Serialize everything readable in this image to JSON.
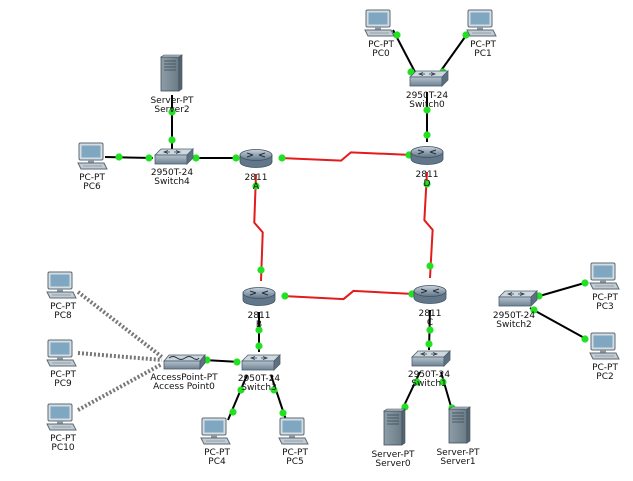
{
  "colors": {
    "serial_link": "#e31b1b",
    "ethernet_link": "#000000",
    "link_up": "#22e022",
    "wireless": "#777777"
  },
  "devices": [
    {
      "id": "pc0",
      "icon": "pc-icon",
      "model": "PC-PT",
      "name": "PC0"
    },
    {
      "id": "pc1",
      "icon": "pc-icon",
      "model": "PC-PT",
      "name": "PC1"
    },
    {
      "id": "switch0",
      "icon": "switch-icon",
      "model": "2950T-24",
      "name": "Switch0"
    },
    {
      "id": "server2",
      "icon": "server-icon",
      "model": "Server-PT",
      "name": "Server2"
    },
    {
      "id": "pc6",
      "icon": "pc-icon",
      "model": "PC-PT",
      "name": "PC6"
    },
    {
      "id": "switch4",
      "icon": "switch-icon",
      "model": "2950T-24",
      "name": "Switch4"
    },
    {
      "id": "routerA",
      "icon": "router-icon",
      "model": "2811",
      "name": "A"
    },
    {
      "id": "routerD",
      "icon": "router-icon",
      "model": "2811",
      "name": "D"
    },
    {
      "id": "routerB",
      "icon": "router-icon",
      "model": "2811",
      "name": "B"
    },
    {
      "id": "routerC",
      "icon": "router-icon",
      "model": "2811",
      "name": "C"
    },
    {
      "id": "pc8",
      "icon": "pc-icon",
      "model": "PC-PT",
      "name": "PC8"
    },
    {
      "id": "pc9",
      "icon": "pc-icon",
      "model": "PC-PT",
      "name": "PC9"
    },
    {
      "id": "pc10",
      "icon": "pc-icon",
      "model": "PC-PT",
      "name": "PC10"
    },
    {
      "id": "ap0",
      "icon": "access-point-icon",
      "model": "AccessPoint-PT",
      "name": "Access Point0"
    },
    {
      "id": "switch3",
      "icon": "switch-icon",
      "model": "2950T-24",
      "name": "Switch3"
    },
    {
      "id": "pc4",
      "icon": "pc-icon",
      "model": "PC-PT",
      "name": "PC4"
    },
    {
      "id": "pc5",
      "icon": "pc-icon",
      "model": "PC-PT",
      "name": "PC5"
    },
    {
      "id": "switch1",
      "icon": "switch-icon",
      "model": "2950T-24",
      "name": "Switch1"
    },
    {
      "id": "server0",
      "icon": "server-icon",
      "model": "Server-PT",
      "name": "Server0"
    },
    {
      "id": "server1",
      "icon": "server-icon",
      "model": "Server-PT",
      "name": "Server1"
    },
    {
      "id": "switch2",
      "icon": "switch-icon",
      "model": "2950T-24",
      "name": "Switch2"
    },
    {
      "id": "pc3",
      "icon": "pc-icon",
      "model": "PC-PT",
      "name": "PC3"
    },
    {
      "id": "pc2",
      "icon": "pc-icon",
      "model": "PC-PT",
      "name": "PC2"
    }
  ],
  "links": [
    {
      "from": "routerA",
      "to": "routerD",
      "type": "serial"
    },
    {
      "from": "routerA",
      "to": "routerB",
      "type": "serial"
    },
    {
      "from": "routerD",
      "to": "routerC",
      "type": "serial"
    },
    {
      "from": "routerB",
      "to": "routerC",
      "type": "serial"
    },
    {
      "from": "pc0",
      "to": "switch0",
      "type": "ethernet"
    },
    {
      "from": "pc1",
      "to": "switch0",
      "type": "ethernet"
    },
    {
      "from": "switch0",
      "to": "routerD",
      "type": "ethernet"
    },
    {
      "from": "server2",
      "to": "switch4",
      "type": "ethernet"
    },
    {
      "from": "pc6",
      "to": "switch4",
      "type": "ethernet"
    },
    {
      "from": "switch4",
      "to": "routerA",
      "type": "ethernet"
    },
    {
      "from": "routerB",
      "to": "switch3",
      "type": "ethernet"
    },
    {
      "from": "ap0",
      "to": "switch3",
      "type": "ethernet"
    },
    {
      "from": "switch3",
      "to": "pc4",
      "type": "ethernet"
    },
    {
      "from": "switch3",
      "to": "pc5",
      "type": "ethernet"
    },
    {
      "from": "routerC",
      "to": "switch1",
      "type": "ethernet"
    },
    {
      "from": "switch1",
      "to": "server0",
      "type": "ethernet"
    },
    {
      "from": "switch1",
      "to": "server1",
      "type": "ethernet"
    },
    {
      "from": "switch2",
      "to": "pc3",
      "type": "ethernet"
    },
    {
      "from": "switch2",
      "to": "pc2",
      "type": "ethernet"
    },
    {
      "from": "pc8",
      "to": "ap0",
      "type": "wireless"
    },
    {
      "from": "pc9",
      "to": "ap0",
      "type": "wireless"
    },
    {
      "from": "pc10",
      "to": "ap0",
      "type": "wireless"
    }
  ]
}
